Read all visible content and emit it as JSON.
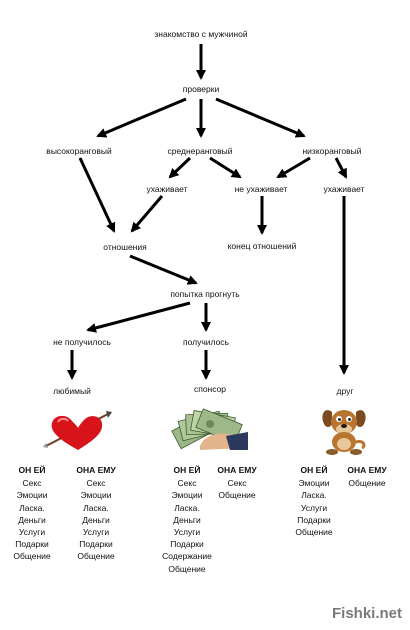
{
  "nodes": {
    "start": "знакомство с мужчиной",
    "checks": "проверки",
    "high": "высокоранговый",
    "mid": "среднеранговый",
    "low": "низкоранговый",
    "courts1": "ухаживает",
    "not_courts": "не ухаживает",
    "courts2": "ухаживает",
    "relationship": "отношения",
    "end": "конец отношений",
    "try_bend": "попытка прогнуть",
    "failed": "не получилось",
    "succeeded": "получилось",
    "beloved": "любимый",
    "sponsor": "спонсор",
    "friend": "друг"
  },
  "pictures": {
    "beloved": "heart-with-arrow",
    "sponsor": "hand-with-money",
    "friend": "cartoon-dog"
  },
  "columns": {
    "beloved": {
      "he": {
        "title": "ОН ЕЙ",
        "items": [
          "Секс",
          "Эмоции",
          "Ласка.",
          "Деньги",
          "Услуги",
          "Подарки",
          "Общение"
        ]
      },
      "she": {
        "title": "ОНА ЕМУ",
        "items": [
          "Секс",
          "Эмоции",
          "Ласка.",
          "Деньги",
          "Услуги",
          "Подарки",
          "Общение"
        ]
      }
    },
    "sponsor": {
      "he": {
        "title": "ОН ЕЙ",
        "items": [
          "Секс",
          "Эмоции",
          "Ласка.",
          "Деньги",
          "Услуги",
          "Подарки",
          "Содержание",
          "Общение"
        ]
      },
      "she": {
        "title": "ОНА ЕМУ",
        "items": [
          "Секс",
          "Общение"
        ]
      }
    },
    "friend": {
      "he": {
        "title": "ОН ЕЙ",
        "items": [
          "Эмоции",
          "Ласка.",
          "Услуги",
          "Подарки",
          "Общение"
        ]
      },
      "she": {
        "title": "ОНА ЕМУ",
        "items": [
          "Общение"
        ]
      }
    }
  },
  "watermark": "Fishki.net"
}
